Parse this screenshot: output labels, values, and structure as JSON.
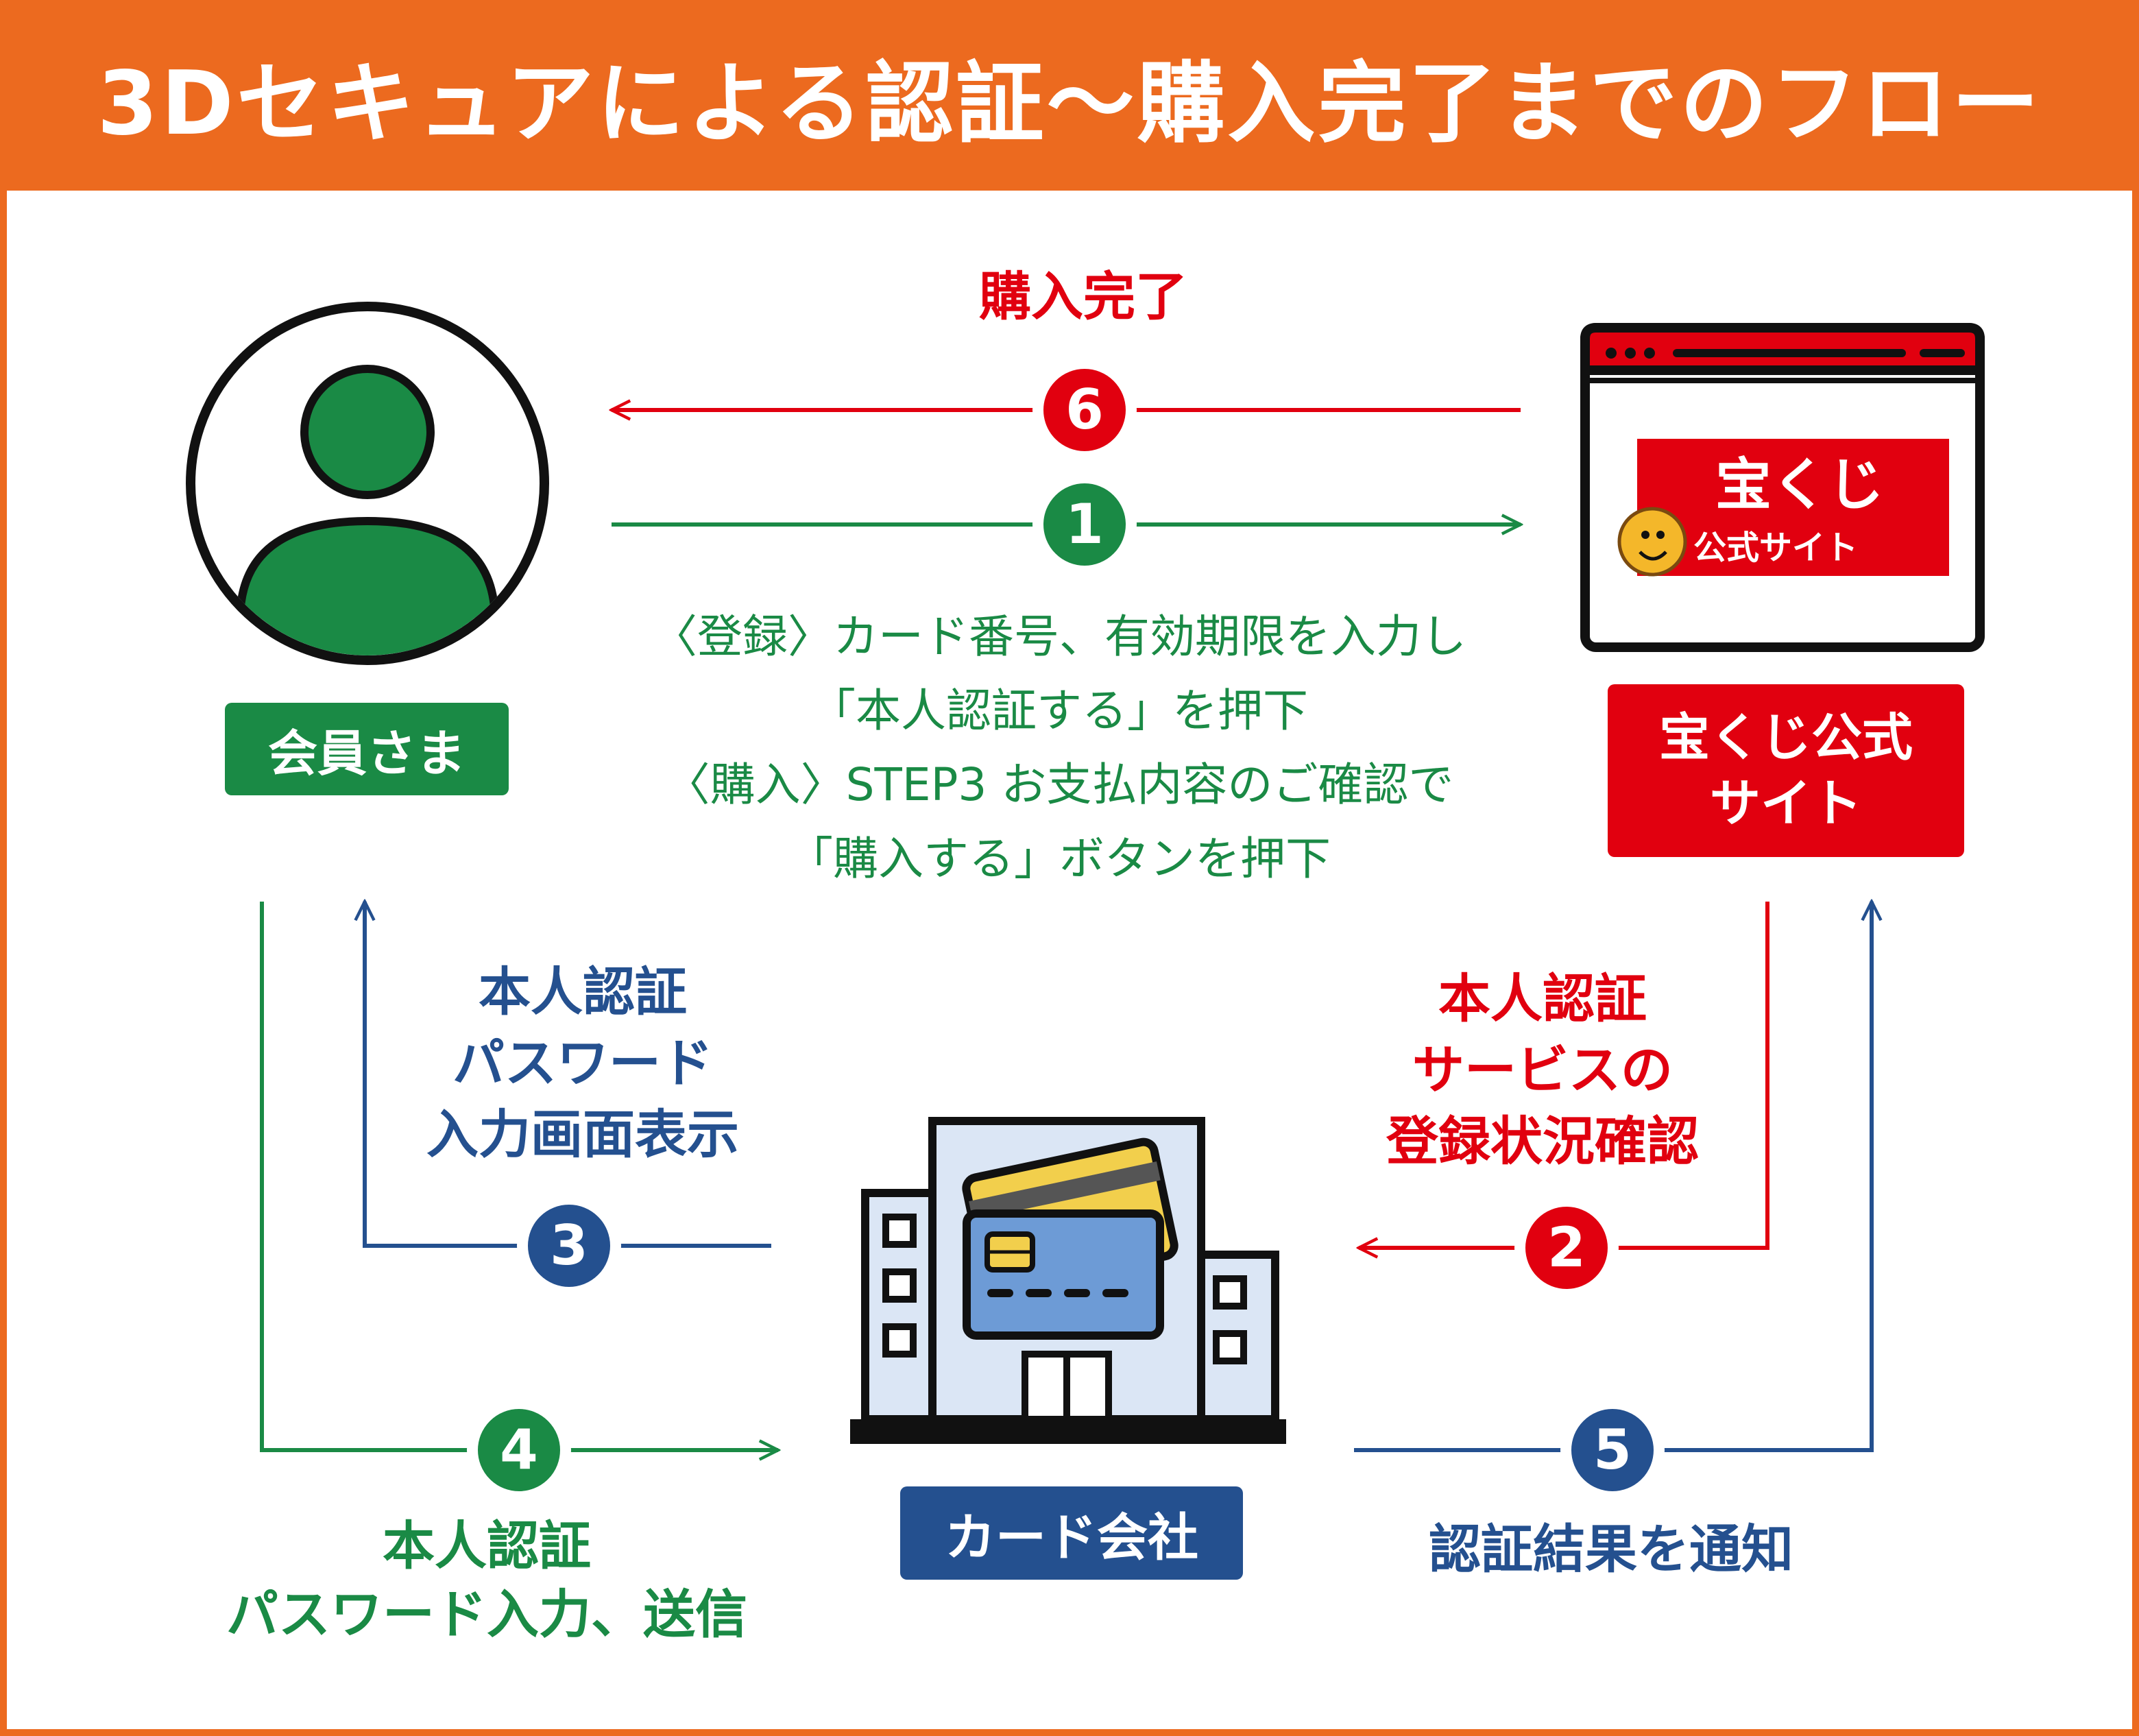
{
  "title": "3Dセキュアによる認証〜購入完了までのフロー",
  "colors": {
    "header": "#ec6a1f",
    "green": "#1a8a45",
    "red": "#e1000f",
    "blue": "#24508f",
    "yellow": "#f2cf4c",
    "card_blue": "#6d9bd6",
    "building": "#dbe6f5"
  },
  "nodes": {
    "member": {
      "label": "会員さま",
      "icon": "person-icon"
    },
    "site": {
      "label_line1": "宝くじ公式",
      "label_line2": "サイト",
      "logo_line1": "宝くじ",
      "logo_line2": "公式サイト",
      "icon": "browser-window-icon"
    },
    "card_company": {
      "label": "カード会社",
      "icon": "bank-building-icon"
    }
  },
  "steps": {
    "s1": {
      "number": "1",
      "lines": [
        "〈登録〉カード番号、有効期限を入力し",
        "「本人認証する」を押下",
        "〈購入〉STEP3 お支払内容のご確認で",
        "「購入する」ボタンを押下"
      ]
    },
    "s2": {
      "number": "2",
      "lines": [
        "本人認証",
        "サービスの",
        "登録状況確認"
      ]
    },
    "s3": {
      "number": "3",
      "lines": [
        "本人認証",
        "パスワード",
        "入力画面表示"
      ]
    },
    "s4": {
      "number": "4",
      "lines": [
        "本人認証",
        "パスワード入力、送信"
      ]
    },
    "s5": {
      "number": "5",
      "lines": [
        "認証結果を通知"
      ]
    },
    "s6": {
      "number": "6",
      "lines": [
        "購入完了"
      ]
    }
  }
}
